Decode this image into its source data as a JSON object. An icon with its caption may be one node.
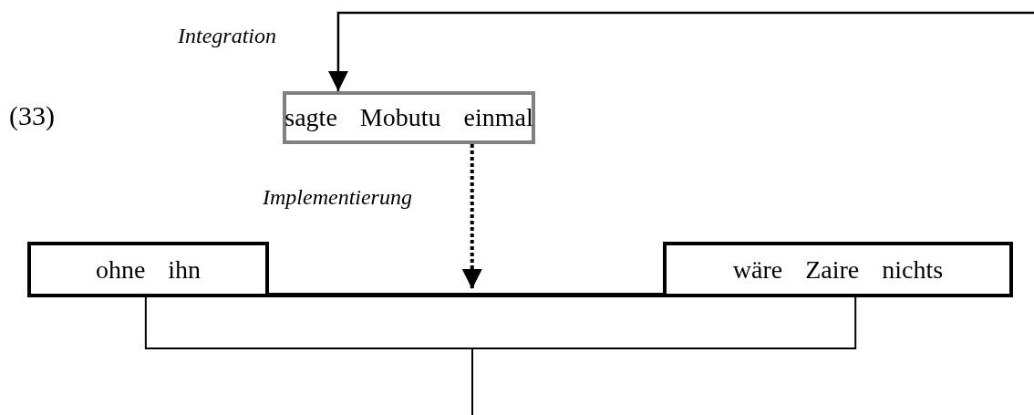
{
  "diagram": {
    "nodes": [
      {
        "text": [
          "sagte Mobutu einmal"
        ]
      },
      {
        "text": [
          "ohne ihn"
        ]
      },
      {
        "text": [
          "wäre Zaire nichts"
        ]
      },
      {
        "text": [],
        "shape": "bar"
      }
    ],
    "edges": [
      {
        "from": null,
        "to": 0,
        "arrow": "to",
        "label": "Integration"
      },
      {
        "from": 0,
        "to": 3,
        "arrow": "to",
        "label": "Implementierung",
        "style": "dashed"
      },
      {
        "from": 1,
        "to": null,
        "arrow": "none"
      },
      {
        "from": 2,
        "to": null,
        "arrow": "none"
      }
    ],
    "labels": [
      "(33)"
    ]
  }
}
